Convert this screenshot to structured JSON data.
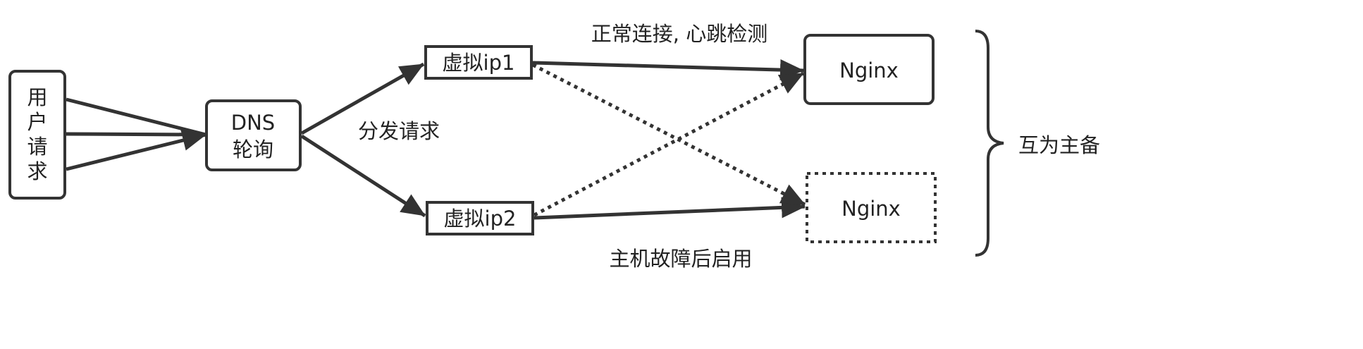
{
  "nodes": {
    "user_request": {
      "label_lines": [
        "用",
        "户",
        "请",
        "求"
      ]
    },
    "dns": {
      "label_lines": [
        "DNS",
        "轮询"
      ]
    },
    "vip1": {
      "label": "虚拟ip1"
    },
    "vip2": {
      "label": "虚拟ip2"
    },
    "nginx_primary": {
      "label": "Nginx"
    },
    "nginx_backup": {
      "label": "Nginx"
    }
  },
  "edge_labels": {
    "distribute": "分发请求",
    "heartbeat": "正常连接, 心跳检测",
    "failover": "主机故障后启用"
  },
  "group_label": "互为主备",
  "colors": {
    "stroke": "#333333",
    "text": "#222222",
    "background": "#ffffff"
  }
}
